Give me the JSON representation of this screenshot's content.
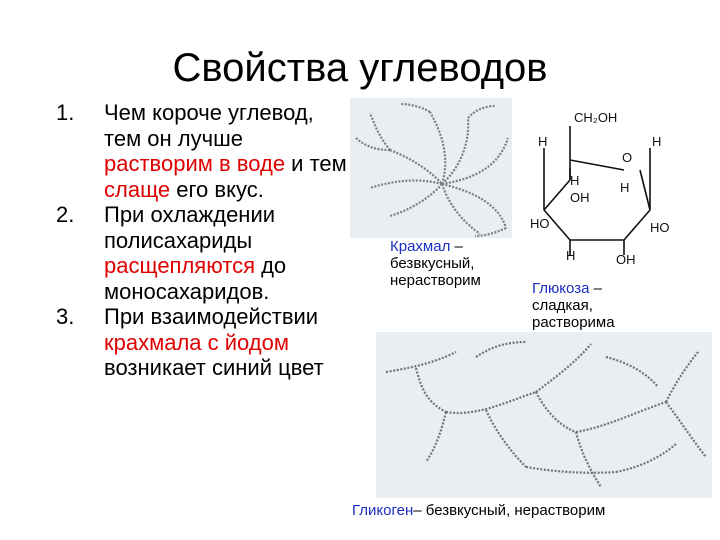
{
  "title": "Свойства углеводов",
  "list": [
    {
      "num": "1.",
      "parts": [
        {
          "text": "Чем короче углевод, тем он лучше ",
          "red": false
        },
        {
          "text": "растворим в воде",
          "red": true
        },
        {
          "text": " и тем ",
          "red": false
        },
        {
          "text": "слаще",
          "red": true
        },
        {
          "text": " его вкус.",
          "red": false
        }
      ]
    },
    {
      "num": "2.",
      "parts": [
        {
          "text": "При охлаждении полисахариды ",
          "red": false
        },
        {
          "text": "расщепляются",
          "red": true
        },
        {
          "text": " до моносахаридов.",
          "red": false
        }
      ]
    },
    {
      "num": "3.",
      "parts": [
        {
          "text": "При взаимодействии ",
          "red": false
        },
        {
          "text": "крахмала с йодом",
          "red": true
        },
        {
          "text": " возникает синий цвет",
          "red": false
        }
      ]
    }
  ],
  "starch_caption": {
    "name": "Крахмал",
    "rest": " – безвкусный, нерастворим"
  },
  "glucose_caption": {
    "name": "Глюкоза",
    "rest": " – сладкая, растворима"
  },
  "glycogen_caption": {
    "name": "Гликоген",
    "rest": "– безвкусный, нерастворим"
  },
  "glucose_labels": {
    "ch2oh": "CH₂OH",
    "h": "H",
    "o": "O",
    "oh": "OH",
    "ho": "HO"
  },
  "colors": {
    "highlight_red": "#e00000",
    "caption_blue": "#1a2fc0"
  }
}
